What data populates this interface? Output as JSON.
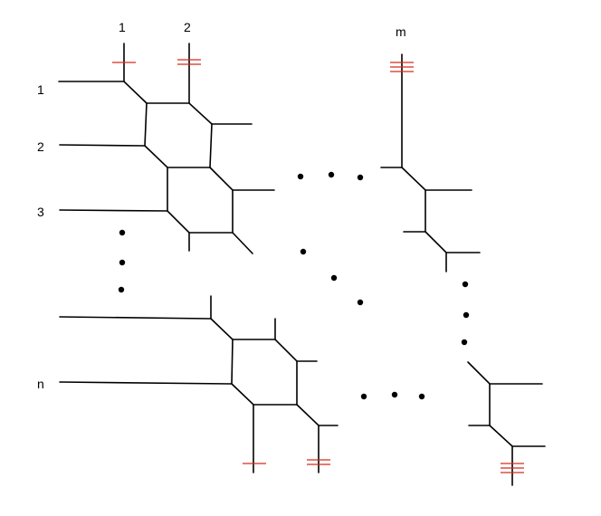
{
  "labels": {
    "col_1": "1",
    "col_2": "2",
    "col_m": "m",
    "row_1": "1",
    "row_2": "2",
    "row_3": "3",
    "row_n": "n"
  },
  "colors": {
    "lines": "#000000",
    "tick_marks": "#d62a1b"
  }
}
